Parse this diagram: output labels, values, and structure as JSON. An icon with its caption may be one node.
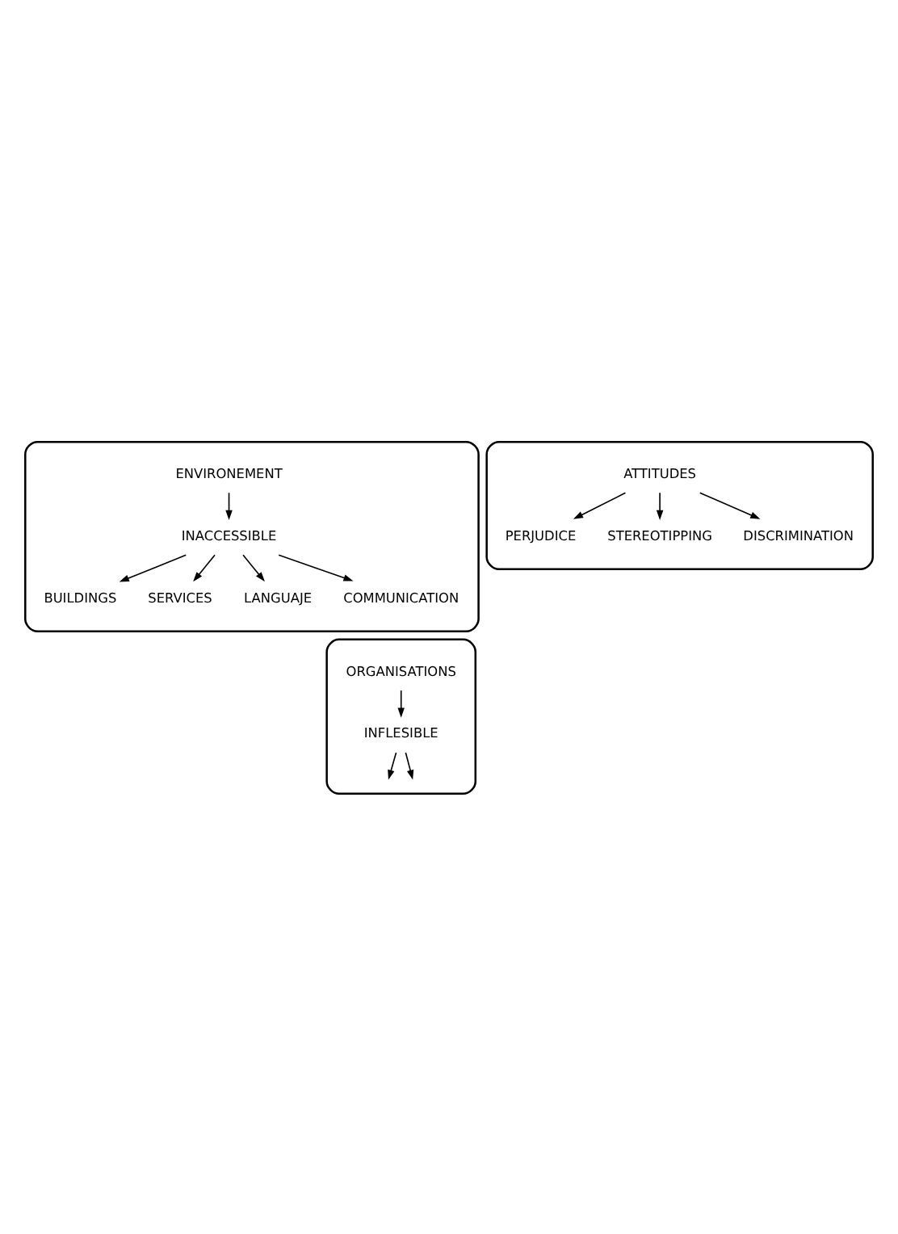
{
  "diagram": {
    "nodes": [
      {
        "text": [],
        "shape": "cloud"
      },
      {
        "text": [
          "ENVIRONEMENT"
        ],
        "in": 0
      },
      {
        "text": [
          "INACCESSIBLE"
        ],
        "in": 0
      },
      {
        "text": [
          "BUILDINGS"
        ],
        "in": 0
      },
      {
        "text": [
          "SERVICES"
        ],
        "in": 0
      },
      {
        "text": [
          "LANGUAJE"
        ],
        "in": 0
      },
      {
        "text": [
          "COMMUNICATION"
        ],
        "in": 0
      },
      {
        "text": [],
        "shape": "cloud"
      },
      {
        "text": [
          "ATTITUDES"
        ],
        "in": 7
      },
      {
        "text": [
          "PERJUDICE"
        ],
        "in": 7
      },
      {
        "text": [
          "STEREOTIPPING"
        ],
        "in": 7
      },
      {
        "text": [
          "DISCRIMINATION"
        ],
        "in": 7
      },
      {
        "text": [],
        "shape": "cloud"
      },
      {
        "text": [
          "ORGANISATIONS"
        ],
        "in": 12
      },
      {
        "text": [
          "INFLESIBLE"
        ],
        "in": 12
      }
    ],
    "edges": [
      {
        "from": 1,
        "to": 2,
        "arrow": "to"
      },
      {
        "from": 2,
        "to": 3,
        "arrow": "to"
      },
      {
        "from": 2,
        "to": 4,
        "arrow": "to"
      },
      {
        "from": 2,
        "to": 6,
        "arrow": "to"
      },
      {
        "from": 2,
        "to": 5,
        "arrow": "to"
      },
      {
        "from": 8,
        "to": 9,
        "arrow": "to"
      },
      {
        "from": 8,
        "to": 10,
        "arrow": "to"
      },
      {
        "from": 8,
        "to": 11,
        "arrow": "to"
      },
      {
        "from": 13,
        "to": 14,
        "arrow": "to"
      },
      {
        "from": 14,
        "to": null,
        "arrow": "to"
      },
      {
        "from": 14,
        "to": null,
        "arrow": "to"
      }
    ]
  }
}
